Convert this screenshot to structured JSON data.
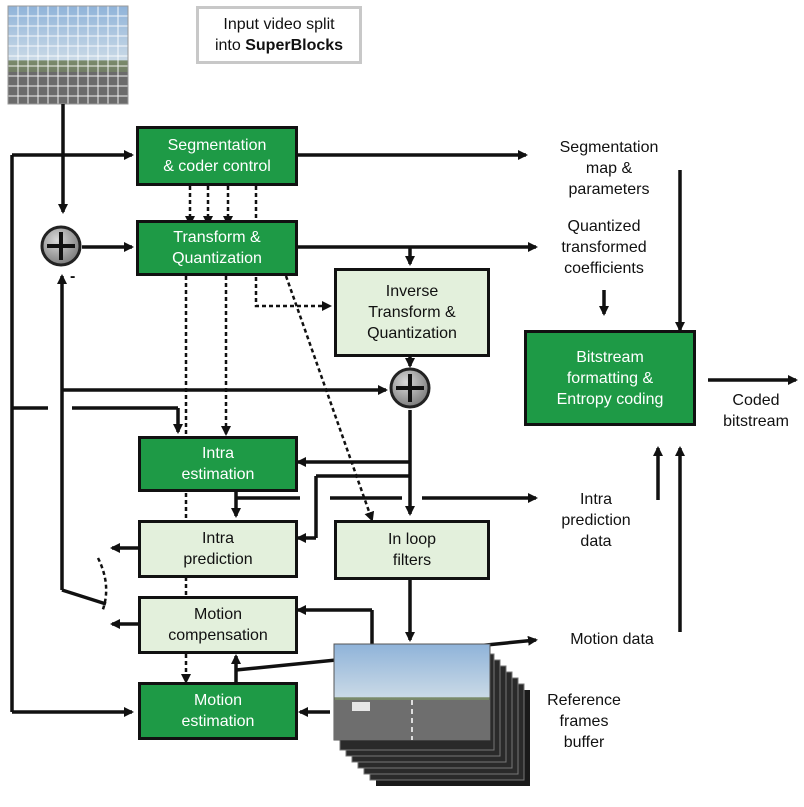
{
  "callout": {
    "line1": "Input video split",
    "line2_prefix": "into ",
    "line2_bold": "SuperBlocks"
  },
  "blocks": {
    "segmentation": "Segmentation\n& coder control",
    "transform": "Transform &\nQuantization",
    "inverse": "Inverse\nTransform &\nQuantization",
    "bitstream": "Bitstream\nformatting &\nEntropy coding",
    "intra_estimation": "Intra\nestimation",
    "intra_prediction": "Intra\nprediction",
    "in_loop": "In loop\nfilters",
    "motion_compensation": "Motion\ncompensation",
    "motion_estimation": "Motion\nestimation"
  },
  "labels": {
    "seg_map": "Segmentation\nmap &\nparameters",
    "quantized": "Quantized\ntransformed\ncoefficients",
    "coded": "Coded\nbitstream",
    "intra_data": "Intra\nprediction\ndata",
    "motion_data": "Motion data",
    "ref_frames": "Reference\nframes\nbuffer",
    "minus": "-"
  },
  "colors": {
    "dark_block": "#1e9a46",
    "light_block": "#e3f0dc",
    "line": "#111111"
  }
}
